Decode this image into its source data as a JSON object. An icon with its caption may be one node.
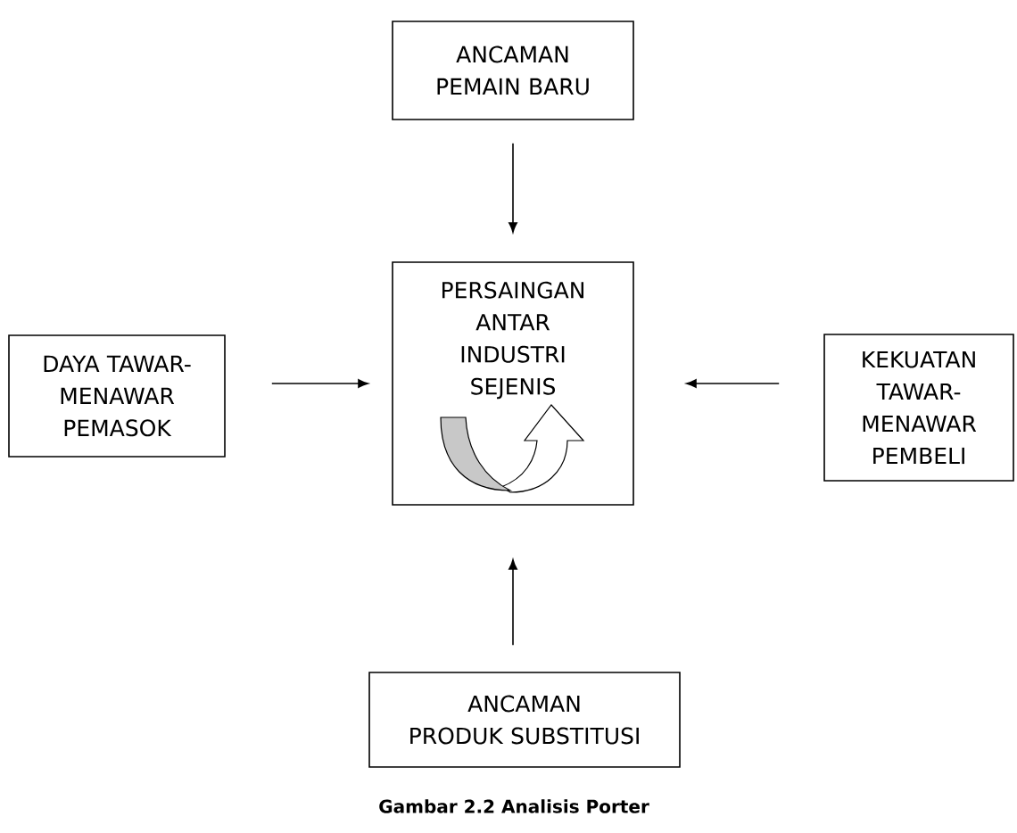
{
  "diagram": {
    "caption": "Gambar 2.2 Analisis Porter",
    "nodes": [
      {
        "text": [
          "ANCAMAN PEMAIN BARU"
        ]
      },
      {
        "text": [
          "PERSAINGAN ANTAR INDUSTRI SEJENIS"
        ]
      },
      {
        "text": [
          "DAYA TAWAR- MENAWAR PEMASOK"
        ]
      },
      {
        "text": [
          "KEKUATAN TAWAR- MENAWAR PEMBELI"
        ]
      },
      {
        "text": [
          "ANCAMAN PRODUK SUBSTITUSI"
        ]
      }
    ],
    "edges": [
      {
        "from": 0,
        "to": 1,
        "arrow": "to"
      },
      {
        "from": 2,
        "to": 1,
        "arrow": "to"
      },
      {
        "from": 3,
        "to": 1,
        "arrow": "to"
      },
      {
        "from": 4,
        "to": 1,
        "arrow": "to"
      }
    ]
  }
}
